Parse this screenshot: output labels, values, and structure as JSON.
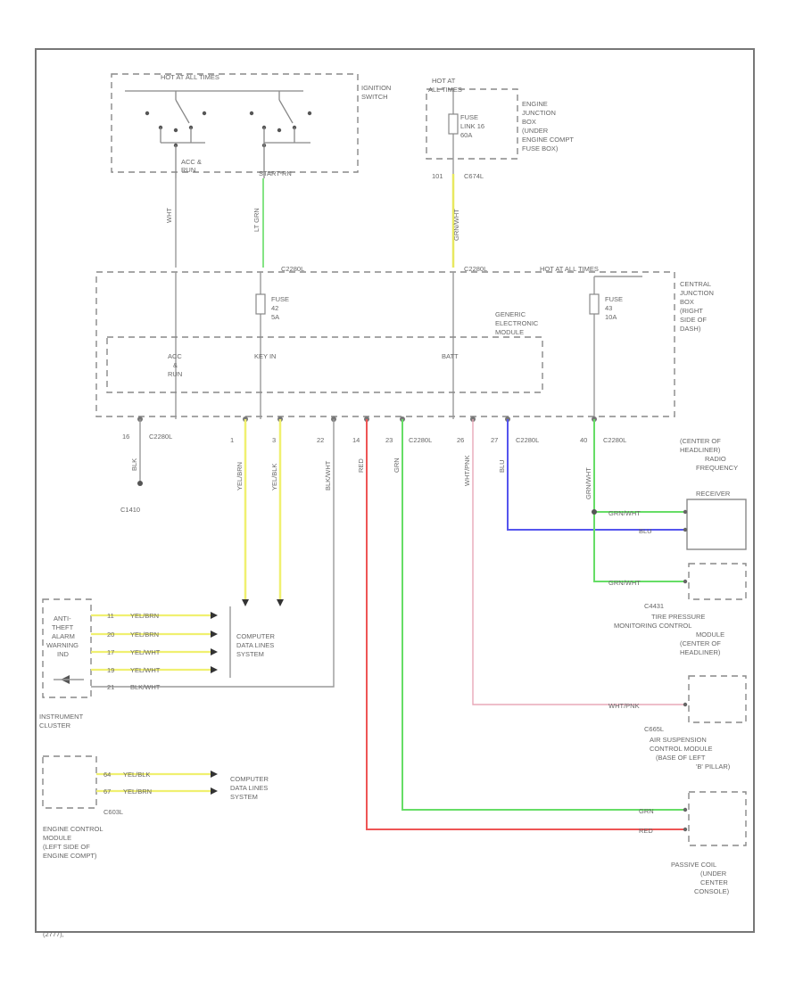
{
  "colors": {
    "yellow": "#f0f070",
    "green": "#66dd66",
    "red": "#ee5555",
    "blue": "#5555ee",
    "pink": "#e8a8b8",
    "wire": "#999999"
  },
  "footer_id": "(2777),",
  "modules": {
    "ignition_switch": {
      "title": "HOT AT ALL TIMES",
      "label_1": "IGNITION",
      "label_2": "SWITCH",
      "pos_1": "ACC &",
      "pos_2": "RUN",
      "pos_3": "START-RN"
    },
    "ejb": {
      "title_1": "HOT AT",
      "title_2": "ALL TIMES",
      "fuse_1": "FUSE",
      "fuse_2": "LINK 16",
      "fuse_3": "60A",
      "label": [
        "ENGINE",
        "JUNCTION",
        "BOX",
        "(UNDER",
        "ENGINE COMPT",
        "FUSE BOX)"
      ],
      "connector": "C674L"
    },
    "cjb": {
      "title": "HOT AT ALL TIMES",
      "label": [
        "CENTRAL",
        "JUNCTION",
        "BOX",
        "(RIGHT",
        "SIDE OF",
        "DASH)"
      ],
      "fuse42_1": "FUSE",
      "fuse42_2": "42",
      "fuse42_3": "5A",
      "fuse43_1": "FUSE",
      "fuse43_2": "43",
      "fuse43_3": "10A",
      "connector": "C2280L"
    },
    "gem": {
      "label": [
        "GENERIC",
        "ELECTRONIC",
        "MODULE"
      ],
      "acc": "ACC",
      "amp": "&",
      "run": "RUN",
      "key_in": "KEY IN",
      "batt": "BATT"
    },
    "rf_receiver": {
      "label": [
        "(CENTER OF",
        "HEADLINER)",
        "RADIO",
        "FREQUENCY",
        "RECEIVER"
      ]
    },
    "tpms": {
      "label": [
        "TIRE PRESSURE",
        "MONITORING CONTROL",
        "MODULE",
        "(CENTER OF",
        "HEADLINER)"
      ],
      "connector": "C4431"
    },
    "air_susp": {
      "label": [
        "AIR SUSPENSION",
        "CONTROL MODULE",
        "(BASE OF LEFT",
        "'B' PILLAR)"
      ],
      "connector": "C665L"
    },
    "passive_coil": {
      "label": [
        "PASSIVE COIL",
        "(UNDER",
        "CENTER",
        "CONSOLE)"
      ]
    },
    "instrument_cluster": {
      "label": [
        "INSTRUMENT",
        "CLUSTER"
      ],
      "inner": [
        "ANTI-",
        "THEFT",
        "ALARM",
        "WARNING",
        "IND"
      ]
    },
    "data_links_1": {
      "label": [
        "COMPUTER",
        "DATA LINES",
        "SYSTEM"
      ]
    },
    "ecm": {
      "label": [
        "ENGINE CONTROL",
        "MODULE",
        "(LEFT SIDE OF",
        "ENGINE COMPT)"
      ],
      "connector": "C603L"
    },
    "data_links_2": {
      "label": [
        "COMPUTER",
        "DATA LINES",
        "SYSTEM"
      ]
    }
  },
  "connectors": {
    "c2280": "C2280L",
    "ground": "C1410"
  },
  "wire_labels": {
    "w1": "WHT",
    "w2": "LT GRN",
    "w3": "GRN/WHT",
    "w4": "BLK",
    "w5": "YEL/BRN",
    "w6": "YEL/BLK",
    "w7": "BLK/WHT",
    "w8": "RED",
    "w9": "GRN",
    "w10": "WHT/PNK",
    "w11": "BLU",
    "w12": "GRN/WHT"
  },
  "pins": {
    "p1": "1",
    "p2": "3",
    "p3": "22",
    "p4": "14",
    "p5": "23",
    "p6": "26",
    "p7": "27",
    "p8": "40",
    "p9": "16",
    "ic_pins": [
      "11",
      "20",
      "17",
      "19",
      "21"
    ],
    "ecm_pins": [
      "64",
      "67"
    ]
  },
  "right_stubs": {
    "s1": "GRN/WHT",
    "s2": "BLU",
    "s3": "GRN/WHT",
    "s4": "WHT/PNK",
    "s5": "GRN",
    "s6": "RED"
  },
  "ic_wires": [
    "YEL/BRN",
    "YEL/BRN",
    "YEL/WHT",
    "YEL/WHT",
    "BLK/WHT"
  ],
  "ecm_wires": [
    "YEL/BLK",
    "YEL/BRN"
  ]
}
